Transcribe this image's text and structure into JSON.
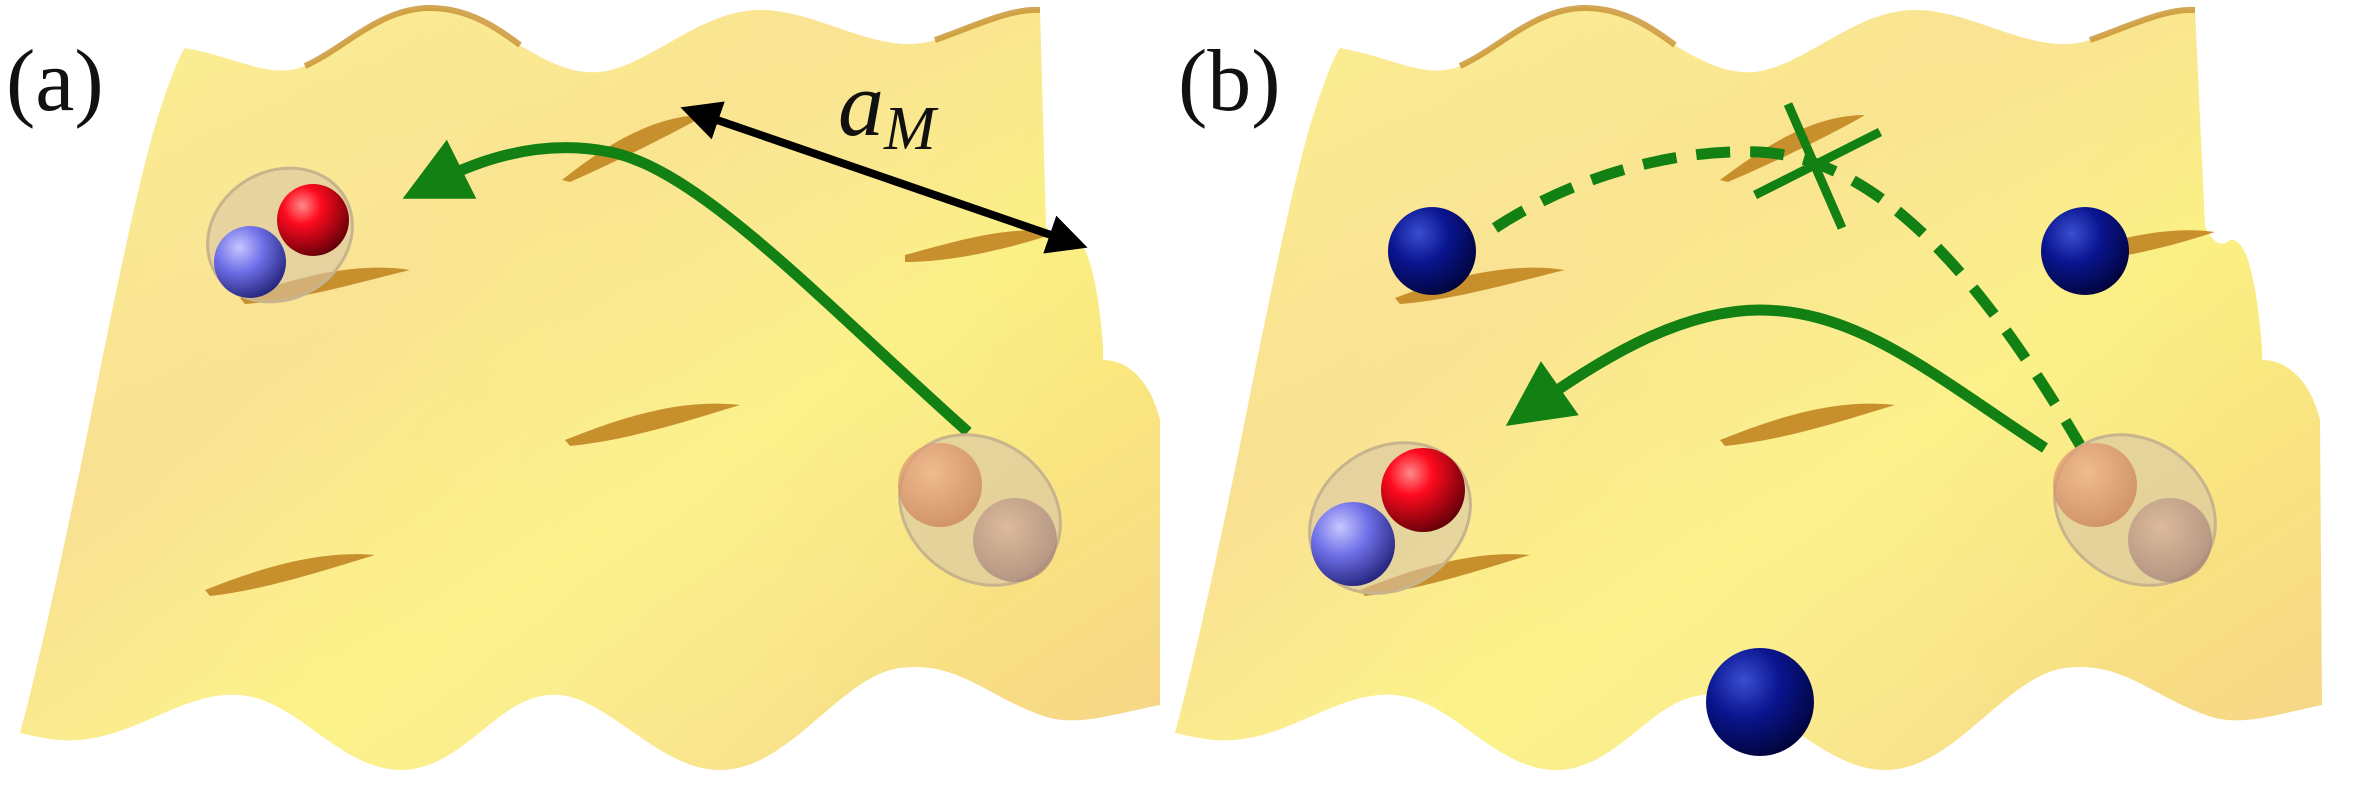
{
  "panels": [
    {
      "label": "(a)"
    },
    {
      "label": "(b)"
    }
  ],
  "lattice_constant": {
    "symbol": "a",
    "subscript": "M"
  },
  "colors": {
    "surface_light": "#faf27e",
    "surface_mid": "#f7d880",
    "surface_dark": "#eab866",
    "ridge_shadow": "#c8902c",
    "arrow_green": "#138013",
    "arrow_black": "#000000",
    "particle_red": "#e4001a",
    "particle_violet": "#6a6ae0",
    "particle_blue": "#0c1282",
    "pair_halo": "#d9c7a6"
  },
  "glyphs": {
    "forbidden": "cross-mark-icon"
  }
}
